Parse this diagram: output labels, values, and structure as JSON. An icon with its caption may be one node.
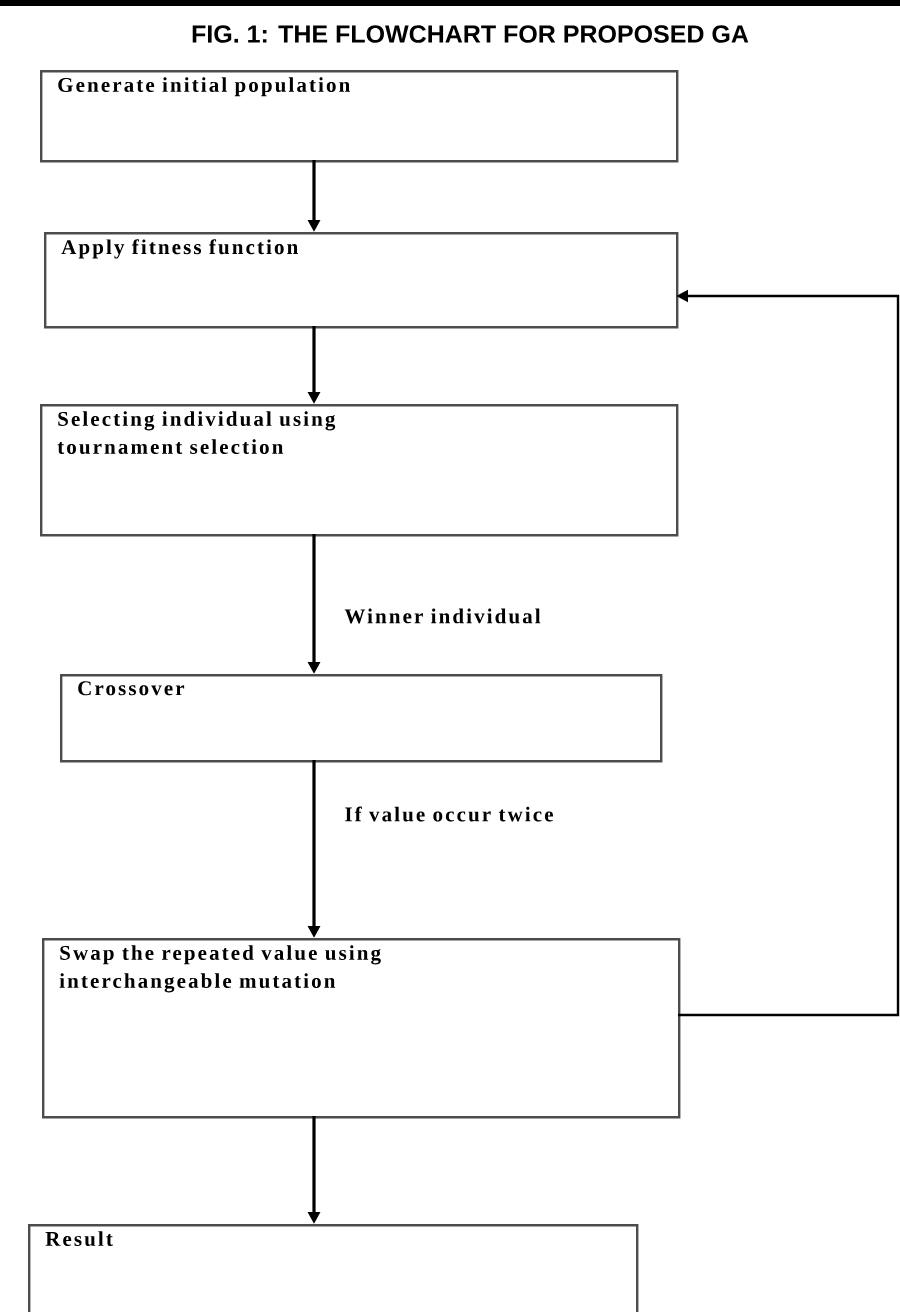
{
  "diagram": {
    "title": "FIG. 1: THE FLOWCHART FOR PROPOSED GA",
    "nodes": [
      {
        "text": [
          "Generate initial population"
        ]
      },
      {
        "text": [
          "Apply fitness function"
        ]
      },
      {
        "text": [
          "Selecting individual using tournament selection"
        ]
      },
      {
        "text": [
          "Crossover"
        ]
      },
      {
        "text": [
          "Swap the repeated value using interchangeable mutation"
        ]
      },
      {
        "text": [
          "Result"
        ]
      }
    ],
    "edges": [
      {
        "from": 0,
        "to": 1,
        "arrow": "to"
      },
      {
        "from": 1,
        "to": 2,
        "arrow": "to"
      },
      {
        "from": 2,
        "to": 3,
        "arrow": "to",
        "label": "Winner individual"
      },
      {
        "from": 3,
        "to": 4,
        "arrow": "to",
        "label": "If value occur twice"
      },
      {
        "from": 4,
        "to": 5,
        "arrow": "to"
      },
      {
        "from": 4,
        "to": 1,
        "arrow": "to"
      }
    ]
  }
}
